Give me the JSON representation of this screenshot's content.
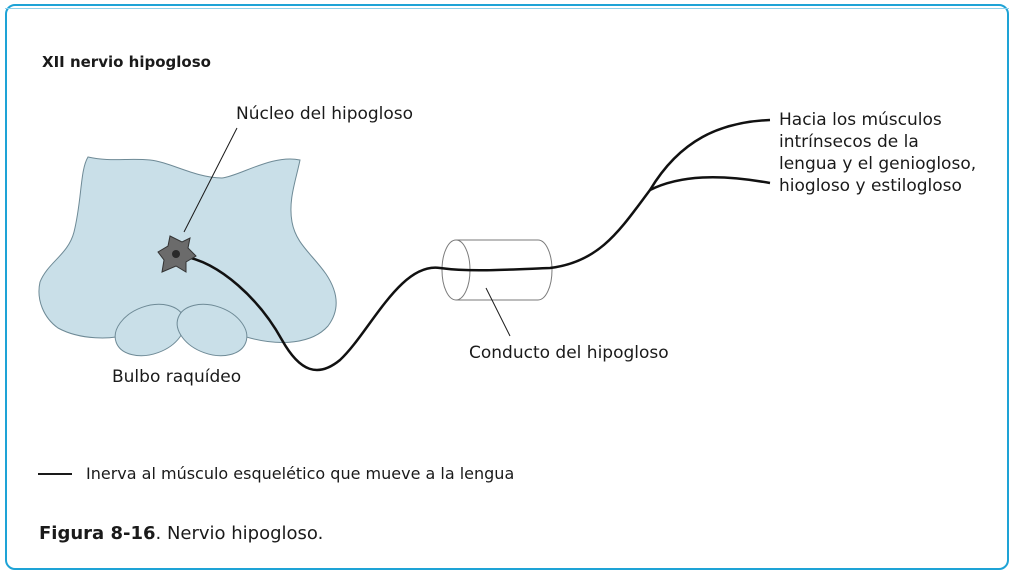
{
  "diagram": {
    "title": "XII nervio hipogloso",
    "labels": {
      "nucleo": "Núcleo del hipogloso",
      "bulbo": "Bulbo raquídeo",
      "conducto": "Conducto del hipogloso",
      "hacia": [
        "Hacia los músculos",
        "intrínsecos de la",
        "lengua y el geniogloso,",
        "hiogloso y estilogloso"
      ]
    },
    "legend": "Inerva al músculo esquelético que mueve a la lengua",
    "caption": {
      "figure": "Figura 8-16",
      "text": ". Nervio hipogloso."
    },
    "colors": {
      "frame": "#1ea3d6",
      "medulla_fill": "#c9dfe8",
      "neuron_fill": "#6b6b6b",
      "nerve": "#111111"
    }
  }
}
